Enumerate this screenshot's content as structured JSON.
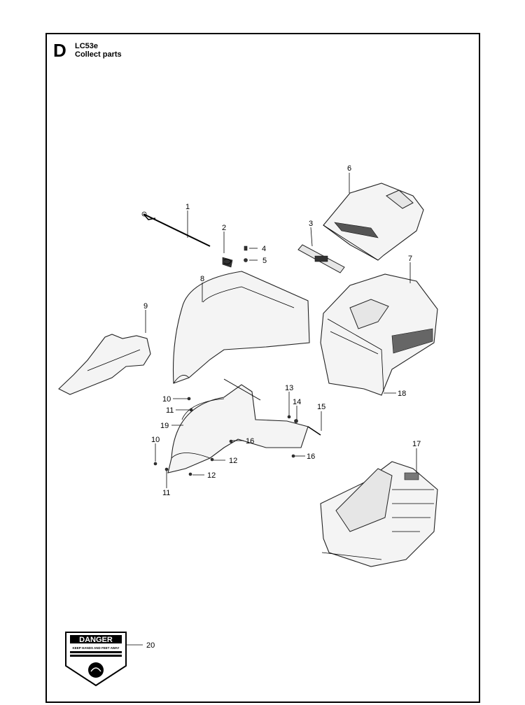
{
  "section": {
    "letter": "D",
    "model": "LC53e",
    "title": "Collect parts"
  },
  "callouts": [
    {
      "id": "1",
      "text": "1"
    },
    {
      "id": "2",
      "text": "2"
    },
    {
      "id": "3",
      "text": "3"
    },
    {
      "id": "4",
      "text": "4"
    },
    {
      "id": "5",
      "text": "5"
    },
    {
      "id": "6",
      "text": "6"
    },
    {
      "id": "7",
      "text": "7"
    },
    {
      "id": "8",
      "text": "8"
    },
    {
      "id": "9",
      "text": "9"
    },
    {
      "id": "10a",
      "text": "10"
    },
    {
      "id": "11a",
      "text": "11"
    },
    {
      "id": "19",
      "text": "19"
    },
    {
      "id": "10b",
      "text": "10"
    },
    {
      "id": "11b",
      "text": "11"
    },
    {
      "id": "12a",
      "text": "12"
    },
    {
      "id": "12b",
      "text": "12"
    },
    {
      "id": "13",
      "text": "13"
    },
    {
      "id": "14",
      "text": "14"
    },
    {
      "id": "15",
      "text": "15"
    },
    {
      "id": "16a",
      "text": "16"
    },
    {
      "id": "16b",
      "text": "16"
    },
    {
      "id": "17",
      "text": "17"
    },
    {
      "id": "18",
      "text": "18"
    },
    {
      "id": "20",
      "text": "20"
    }
  ],
  "decal": {
    "heading": "DANGER",
    "line1": "KEEP HANDS AND FEET AWAY"
  }
}
